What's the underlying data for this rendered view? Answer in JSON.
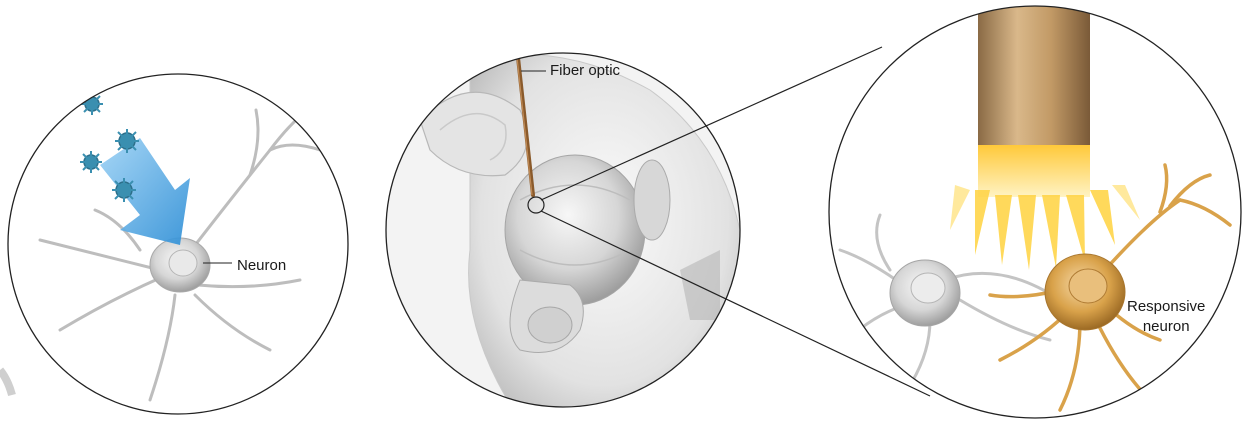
{
  "labels": {
    "neuron": "Neuron",
    "fiber_optic": "Fiber optic",
    "responsive_line1": "Responsive",
    "responsive_line2": "neuron"
  },
  "colors": {
    "virus": "#3a8fb0",
    "arrow": "#4aa6e0",
    "fiber": "#8a5a2b",
    "light_yellow": "#ffd54a",
    "responsive_neuron": "#d9a24a",
    "neuron_gray": "#c8c8c8",
    "outline": "#222222"
  },
  "icons": {
    "virus": "virus-particle-icon",
    "arrow": "delivery-arrow-icon"
  }
}
